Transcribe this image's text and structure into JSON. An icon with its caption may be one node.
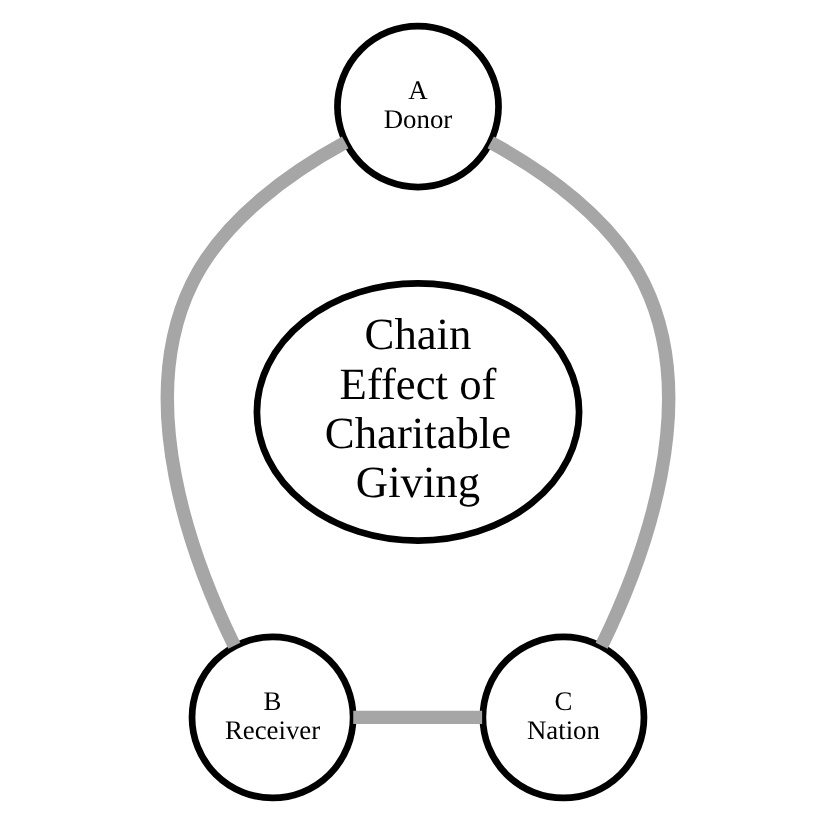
{
  "diagram": {
    "nodes": [
      {
        "text": [
          "A",
          "Donor"
        ]
      },
      {
        "text": [
          "Chain Effect of Charitable Giving"
        ]
      },
      {
        "text": [
          "C",
          "Nation"
        ]
      },
      {
        "text": [
          "B",
          "Receiver"
        ]
      }
    ],
    "edges": [
      {
        "from": 0,
        "to": 3,
        "arrow": "none"
      },
      {
        "from": 3,
        "to": 2,
        "arrow": "none"
      },
      {
        "from": 2,
        "to": 0,
        "arrow": "none"
      }
    ]
  }
}
